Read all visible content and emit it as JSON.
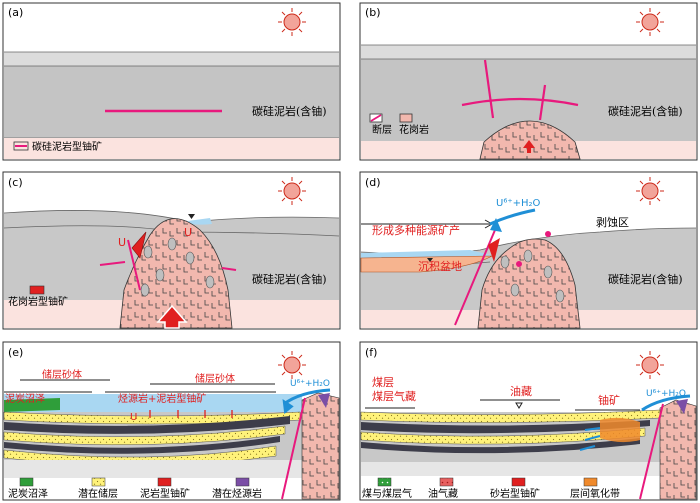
{
  "panels": {
    "a": {
      "label": "(a)",
      "rock": "碳硅泥岩(含铀)",
      "legend": "碳硅泥岩型铀矿"
    },
    "b": {
      "label": "(b)",
      "rock": "碳硅泥岩(含铀)",
      "legend_fault": "断层",
      "legend_granite": "花岗岩"
    },
    "c": {
      "label": "(c)",
      "rock": "碳硅泥岩(含铀)",
      "legend": "花岗岩型铀矿",
      "u1": "U",
      "u2": "U"
    },
    "d": {
      "label": "(d)",
      "rock": "碳硅泥岩(含铀)",
      "form": "形成多种能源矿产",
      "basin": "沉积盆地",
      "erosion": "剥蚀区",
      "water": "U⁶⁺+H₂O"
    },
    "e": {
      "label": "(e)",
      "swamp": "泥炭沼泽",
      "res1": "储层砂体",
      "res2": "储层砂体",
      "source": "烃源岩+泥岩型铀矿",
      "water": "U⁶⁺+H₂O",
      "u": "U",
      "legend": [
        "泥炭沼泽",
        "潜在储层",
        "泥岩型铀矿",
        "潜在烃源岩"
      ]
    },
    "f": {
      "label": "(f)",
      "coal1": "煤层",
      "coal2": "煤层气藏",
      "oil": "油藏",
      "uranium": "铀矿",
      "water": "U⁶⁺+H₂O",
      "legend": [
        "煤与煤层气",
        "油气藏",
        "砂岩型铀矿",
        "层间氧化带"
      ]
    }
  },
  "colors": {
    "granite": "#f2b8ae",
    "pink_line": "#e8197d",
    "sun": "#f2a49a",
    "sun_edge": "#cc2a1a",
    "gray1": "#dcdcdc",
    "gray2": "#cfcfcf",
    "gray3": "#bdbdbd",
    "gray4": "#a9a9a9",
    "water": "#a9d7f2",
    "blue_arrow": "#1f8fd6",
    "red": "#e02020",
    "green": "#2f9e3a",
    "yellow": "#fff27a",
    "purple": "#7b4ea6",
    "orange": "#f08a2c",
    "dark_layer": "#3d3d4a"
  }
}
